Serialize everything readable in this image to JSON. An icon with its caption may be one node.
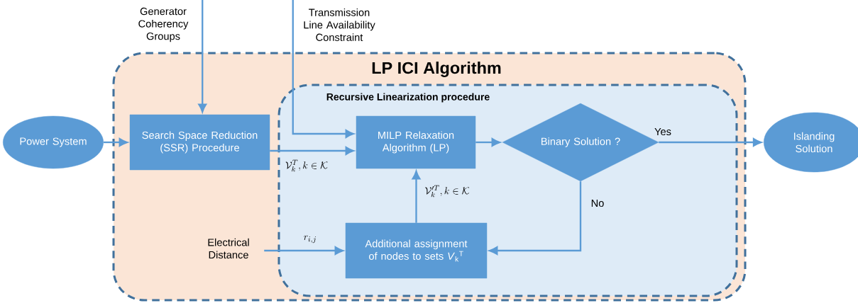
{
  "diagram": {
    "nodes": [
      {
        "text": [
          "LP ICI Algorithm"
        ]
      },
      {
        "text": [
          "Recursive Linearization procedure"
        ],
        "in": 0
      },
      {
        "text": [
          "Power System"
        ]
      },
      {
        "text": [
          "Search Space Reduction (SSR) Procedure"
        ],
        "in": 0
      },
      {
        "text": [
          "MILP Relaxation Algorithm (LP)"
        ],
        "in": 1
      },
      {
        "text": [
          "Binary Solution ?"
        ],
        "in": 1
      },
      {
        "text": [
          "Islanding Solution"
        ]
      },
      {
        "text": [
          "Additional assignment of nodes to sets *V*$_{k}$$^{T}$"
        ],
        "in": 1
      },
      {
        "text": [
          "Generator Coherency Groups"
        ]
      },
      {
        "text": [
          "Transmission Line Availability Constraint"
        ]
      },
      {
        "text": [
          "Electrical Distance"
        ],
        "in": 0
      }
    ],
    "edges": [
      {
        "from": 2,
        "to": 3,
        "arrow": "to"
      },
      {
        "from": 8,
        "to": 3,
        "arrow": "to"
      },
      {
        "from": 9,
        "to": 4,
        "arrow": "to"
      },
      {
        "from": 3,
        "to": 4,
        "arrow": "to",
        "label": "\\mathcal{V}_k^T, k \\in \\mathcal{K}"
      },
      {
        "from": 4,
        "to": 5,
        "arrow": "to"
      },
      {
        "from": 5,
        "to": 6,
        "arrow": "to",
        "label": "Yes"
      },
      {
        "from": 5,
        "to": 7,
        "arrow": "to",
        "label": "No"
      },
      {
        "from": 7,
        "to": 4,
        "arrow": "to",
        "label": "\\mathcal{V}'^T_k, k \\in \\mathcal{K}"
      },
      {
        "from": 10,
        "to": 7,
        "arrow": "to",
        "label": "r_{i,j}"
      }
    ]
  }
}
